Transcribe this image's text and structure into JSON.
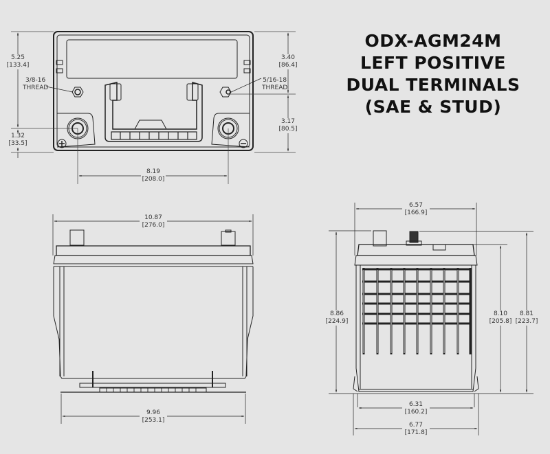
{
  "title": {
    "line1": "ODX-AGM24M",
    "line2": "LEFT POSITIVE",
    "line3": "DUAL TERMINALS",
    "line4": "(SAE & STUD)"
  },
  "top_view": {
    "height_total": {
      "in": "5.25",
      "mm": "[133.4]"
    },
    "terminal_height_left": {
      "in": "1.32",
      "mm": "[33.5]"
    },
    "right_upper": {
      "in": "3.40",
      "mm": "[86.4]"
    },
    "right_lower": {
      "in": "3.17",
      "mm": "[80.5]"
    },
    "terminal_spacing": {
      "in": "8.19",
      "mm": "[208.0]"
    },
    "thread_left": {
      "line1": "3/8-16",
      "line2": "THREAD"
    },
    "thread_right": {
      "line1": "5/16-18",
      "line2": "THREAD"
    }
  },
  "front_view": {
    "top_width": {
      "in": "10.87",
      "mm": "[276.0]"
    },
    "bottom_width": {
      "in": "9.96",
      "mm": "[253.1]"
    }
  },
  "side_view": {
    "top_width": {
      "in": "6.57",
      "mm": "[166.9]"
    },
    "height_terminal": {
      "in": "8.86",
      "mm": "[224.9]"
    },
    "height_case": {
      "in": "8.10",
      "mm": "[205.8]"
    },
    "height_stud": {
      "in": "8.81",
      "mm": "[223.7]"
    },
    "bottom_inner": {
      "in": "6.31",
      "mm": "[160.2]"
    },
    "bottom_outer": {
      "in": "6.77",
      "mm": "[171.8]"
    }
  }
}
